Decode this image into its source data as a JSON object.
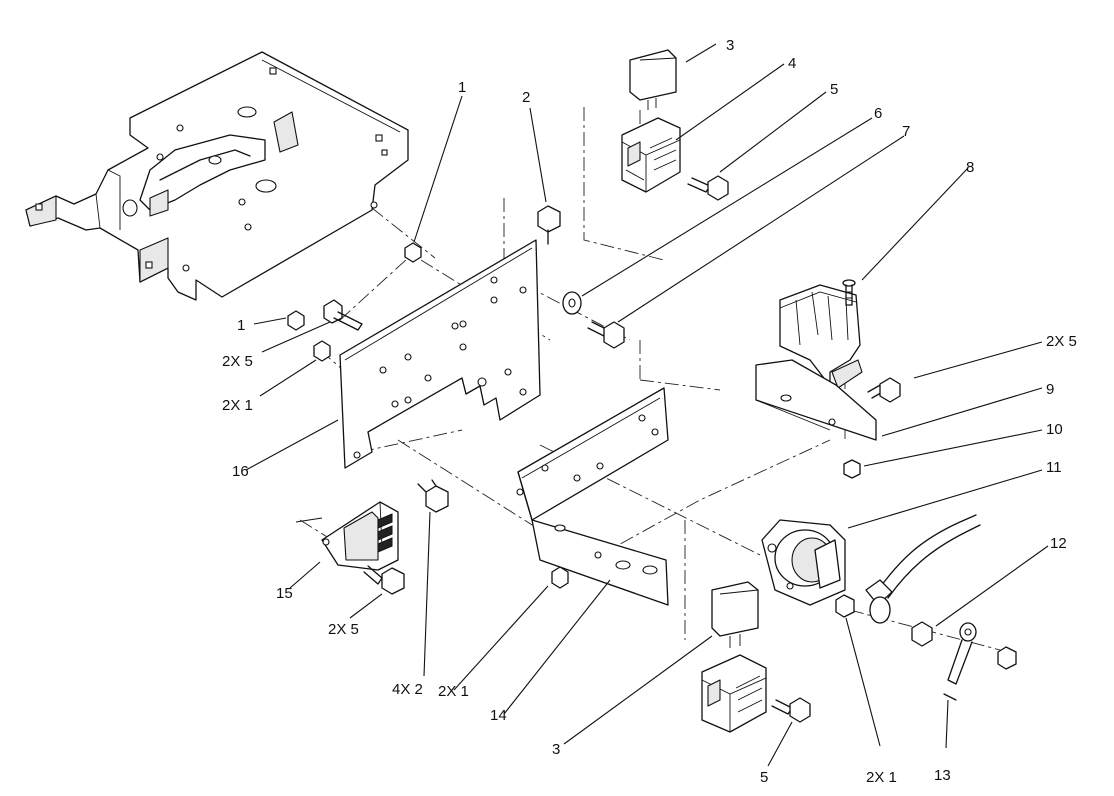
{
  "callouts": [
    {
      "id": "c1a",
      "text": "1"
    },
    {
      "id": "c1b",
      "text": "1"
    },
    {
      "id": "c2",
      "text": "2"
    },
    {
      "id": "c3a",
      "text": "3"
    },
    {
      "id": "c3b",
      "text": "3"
    },
    {
      "id": "c4",
      "text": "4"
    },
    {
      "id": "c5a",
      "text": "5"
    },
    {
      "id": "c5b",
      "text": "5"
    },
    {
      "id": "c6",
      "text": "6"
    },
    {
      "id": "c7",
      "text": "7"
    },
    {
      "id": "c8",
      "text": "8"
    },
    {
      "id": "c9",
      "text": "9"
    },
    {
      "id": "c10",
      "text": "10"
    },
    {
      "id": "c11",
      "text": "11"
    },
    {
      "id": "c12",
      "text": "12"
    },
    {
      "id": "c13",
      "text": "13"
    },
    {
      "id": "c14",
      "text": "14"
    },
    {
      "id": "c15",
      "text": "15"
    },
    {
      "id": "c16",
      "text": "16"
    },
    {
      "id": "c2x5a",
      "text": "2X 5"
    },
    {
      "id": "c2x5b",
      "text": "2X 5"
    },
    {
      "id": "c2x5c",
      "text": "2X 5"
    },
    {
      "id": "c2x1a",
      "text": "2X 1"
    },
    {
      "id": "c2x1b",
      "text": "2X 1"
    },
    {
      "id": "c2x1c",
      "text": "2X 1"
    },
    {
      "id": "c4x2",
      "text": "4X 2"
    }
  ]
}
